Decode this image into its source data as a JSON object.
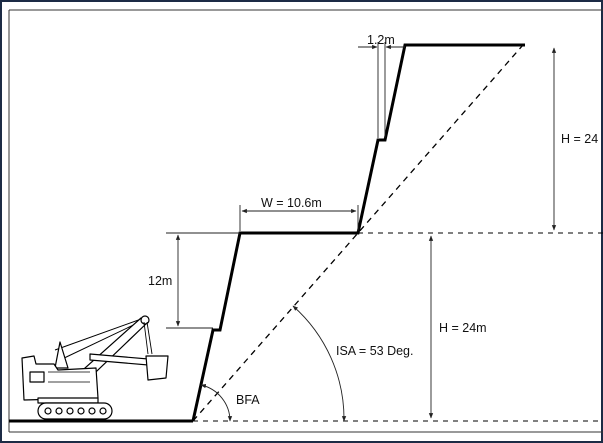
{
  "labels": {
    "bench_offset": "1.2m",
    "overall_height": "H = 24",
    "berm_width": "W = 10.6m",
    "bench_height": "12m",
    "lower_height": "H = 24m",
    "isa": "ISA = 53 Deg.",
    "bfa": "BFA"
  },
  "colors": {
    "frame_border": "#1c2b45",
    "profile": "#000000",
    "dim_line": "#222222"
  }
}
